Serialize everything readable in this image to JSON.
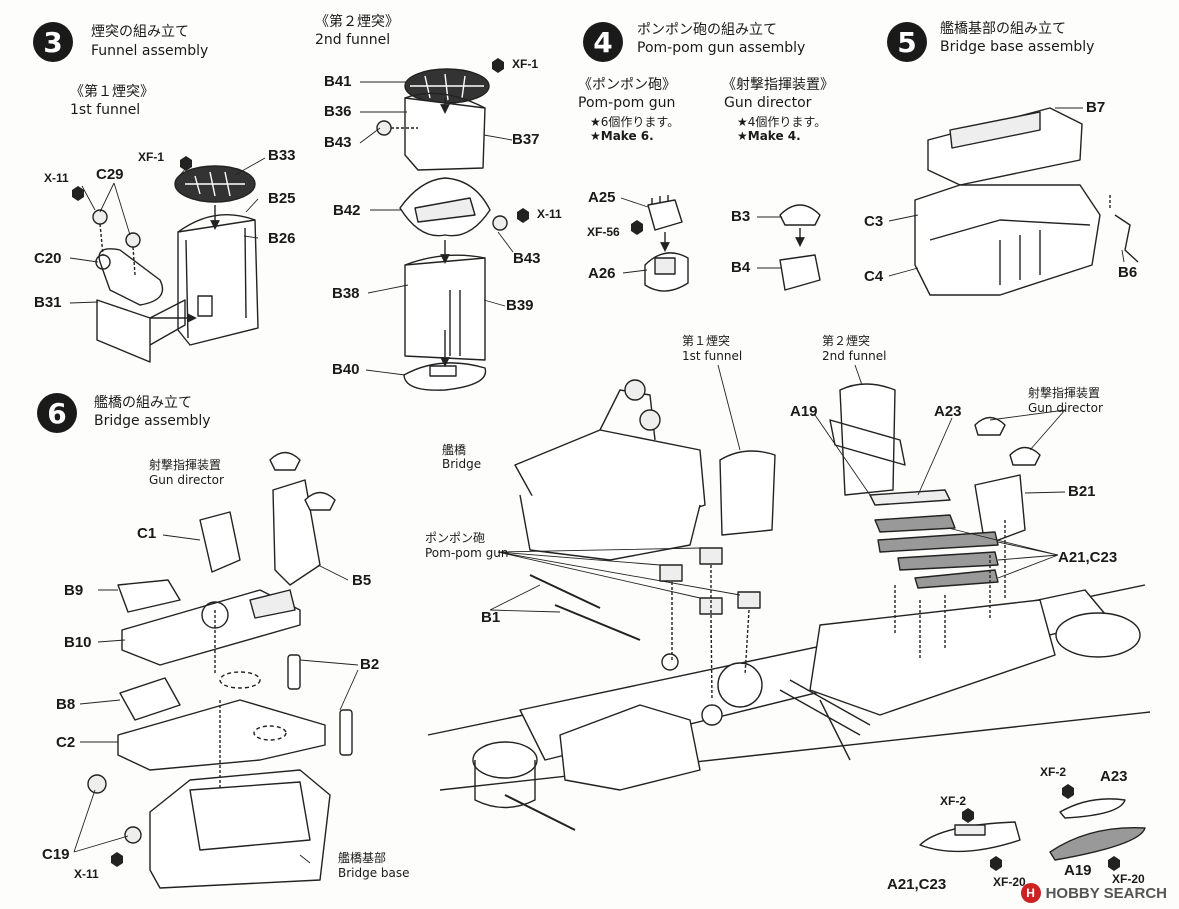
{
  "steps": [
    {
      "number": "3",
      "title_jp": "煙突の組み立て",
      "title_en": "Funnel assembly"
    },
    {
      "number": "4",
      "title_jp": "ポンポン砲の組み立て",
      "title_en": "Pom-pom gun assembly"
    },
    {
      "number": "5",
      "title_jp": "艦橋基部の組み立て",
      "title_en": "Bridge base assembly"
    },
    {
      "number": "6",
      "title_jp": "艦橋の組み立て",
      "title_en": "Bridge assembly"
    }
  ],
  "step3": {
    "first_funnel_jp": "《第１煙突》",
    "first_funnel_en": "1st funnel",
    "second_funnel_jp": "《第２煙突》",
    "second_funnel_en": "2nd funnel",
    "parts": {
      "xf1": "XF-1",
      "b33": "B33",
      "b25": "B25",
      "b26": "B26",
      "x11": "X-11",
      "c29": "C29",
      "c20": "C20",
      "b31": "B31",
      "b41": "B41",
      "xf1b": "XF-1",
      "b36": "B36",
      "b37": "B37",
      "b43a": "B43",
      "b42": "B42",
      "x11b": "X-11",
      "b43b": "B43",
      "b38": "B38",
      "b39": "B39",
      "b40": "B40"
    }
  },
  "step4": {
    "pompom_jp": "《ポンポン砲》",
    "pompom_en": "Pom-pom gun",
    "pompom_note_jp": "★6個作ります。",
    "pompom_note_en": "★Make 6.",
    "director_jp": "《射撃指揮装置》",
    "director_en": "Gun director",
    "director_note_jp": "★4個作ります。",
    "director_note_en": "★Make 4.",
    "parts": {
      "a25": "A25",
      "xf56": "XF-56",
      "a26": "A26",
      "b3": "B3",
      "b4": "B4"
    }
  },
  "step5": {
    "parts": {
      "b7": "B7",
      "c3": "C3",
      "c4": "C4",
      "b6": "B6"
    }
  },
  "step6": {
    "director_jp": "射撃指揮装置",
    "director_en": "Gun director",
    "bridge_base_jp": "艦橋基部",
    "bridge_base_en": "Bridge base",
    "parts": {
      "c1": "C1",
      "b5": "B5",
      "b9": "B9",
      "b10": "B10",
      "b2": "B2",
      "b8": "B8",
      "c2": "C2",
      "c19": "C19",
      "x11": "X-11"
    }
  },
  "main": {
    "first_funnel_jp": "第１煙突",
    "first_funnel_en": "1st funnel",
    "second_funnel_jp": "第２煙突",
    "second_funnel_en": "2nd funnel",
    "bridge_jp": "艦橋",
    "bridge_en": "Bridge",
    "pompom_jp": "ポンポン砲",
    "pompom_en": "Pom-pom gun",
    "director_jp": "射撃指揮装置",
    "director_en": "Gun director",
    "parts": {
      "a19": "A19",
      "a23": "A23",
      "b21": "B21",
      "a21c23": "A21,C23",
      "b1": "B1"
    },
    "boats": {
      "xf2a": "XF-2",
      "xf2b": "XF-2",
      "a23": "A23",
      "a19": "A19",
      "a21c23": "A21,C23",
      "xf20a": "XF-20",
      "xf20b": "XF-20"
    }
  },
  "watermark": {
    "logo": "H",
    "text": "HOBBY SEARCH"
  }
}
